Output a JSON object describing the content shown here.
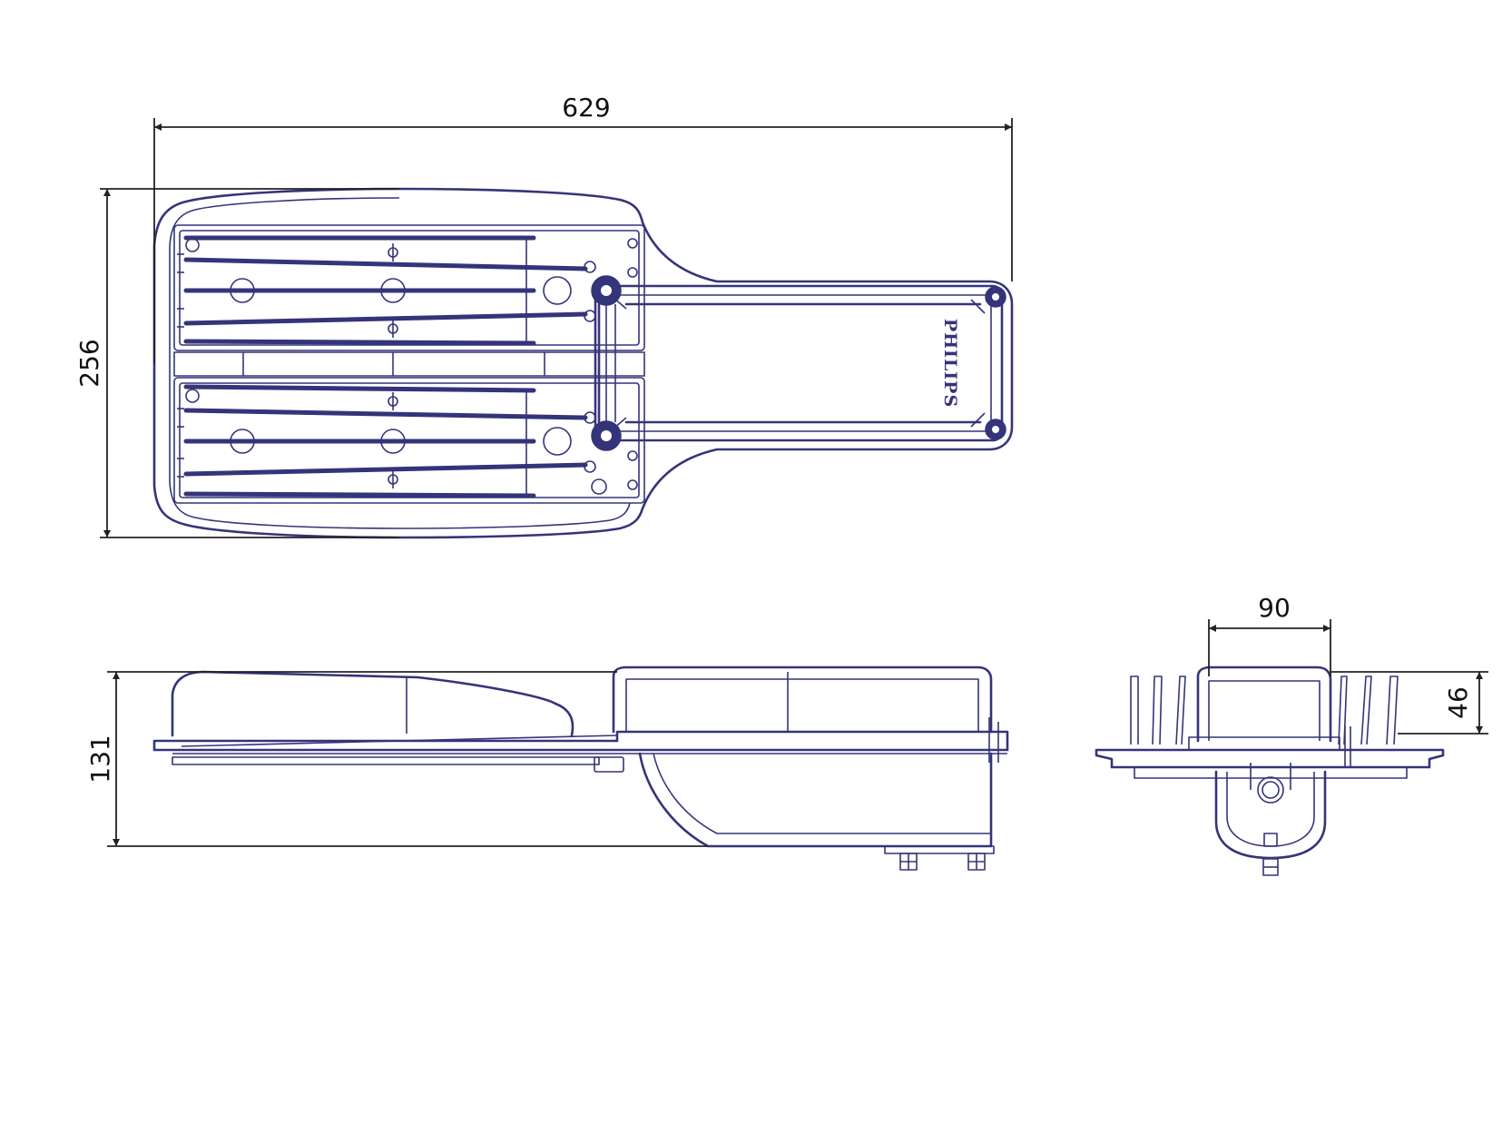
{
  "dimensions": {
    "length": "629",
    "width": "256",
    "height": "131",
    "mount_width": "90",
    "mount_height": "46"
  },
  "brand_logo": "PHILIPS",
  "colors": {
    "outline": "#34347a",
    "dimension": "#222222"
  }
}
